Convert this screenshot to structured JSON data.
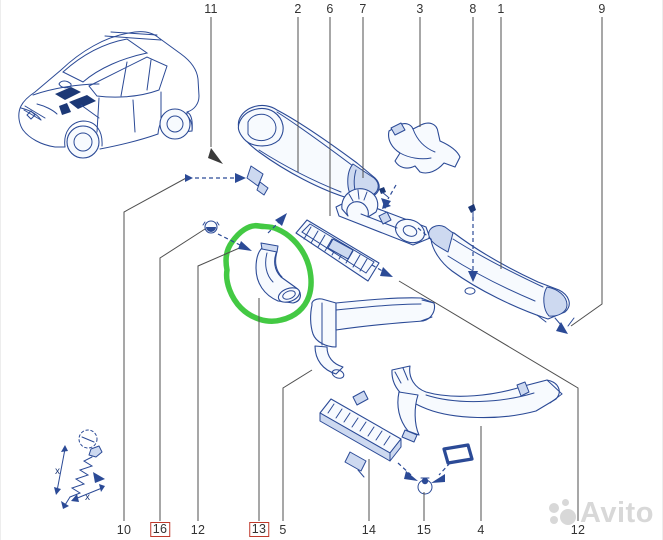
{
  "callouts": {
    "top": [
      {
        "label": "11"
      },
      {
        "label": "2"
      },
      {
        "label": "6"
      },
      {
        "label": "7"
      },
      {
        "label": "3"
      },
      {
        "label": "8"
      },
      {
        "label": "1"
      },
      {
        "label": "9"
      }
    ],
    "bottom": [
      {
        "label": "10"
      },
      {
        "label": "16",
        "boxed": true
      },
      {
        "label": "12"
      },
      {
        "label": "13",
        "boxed": true
      },
      {
        "label": "5"
      },
      {
        "label": "14"
      },
      {
        "label": "15"
      },
      {
        "label": "4"
      },
      {
        "label": "12"
      }
    ]
  },
  "highlight": {
    "circled_part_callout": "13",
    "boxed_callouts": [
      "16",
      "13"
    ],
    "circle_color": "#2fc32f",
    "box_color": "#c0392b"
  },
  "inset": {
    "dim_a": "x",
    "dim_b": "x"
  },
  "watermark": {
    "text": "Avito"
  },
  "colors": {
    "line_art": "#2b4a96",
    "leader_line": "#4f4f4f",
    "background": "#ffffff"
  }
}
